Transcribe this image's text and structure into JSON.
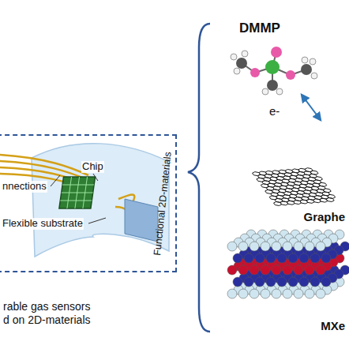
{
  "diagram": {
    "nodes": [
      {
        "text": [
          "rable gas sensors d on 2D-materials"
        ]
      }
    ],
    "labels": [
      "Chip",
      "nnections",
      "Flexible substrate",
      "Functional 2D-materials",
      "DMMP",
      "e-",
      "Graphe",
      "MXe"
    ]
  }
}
